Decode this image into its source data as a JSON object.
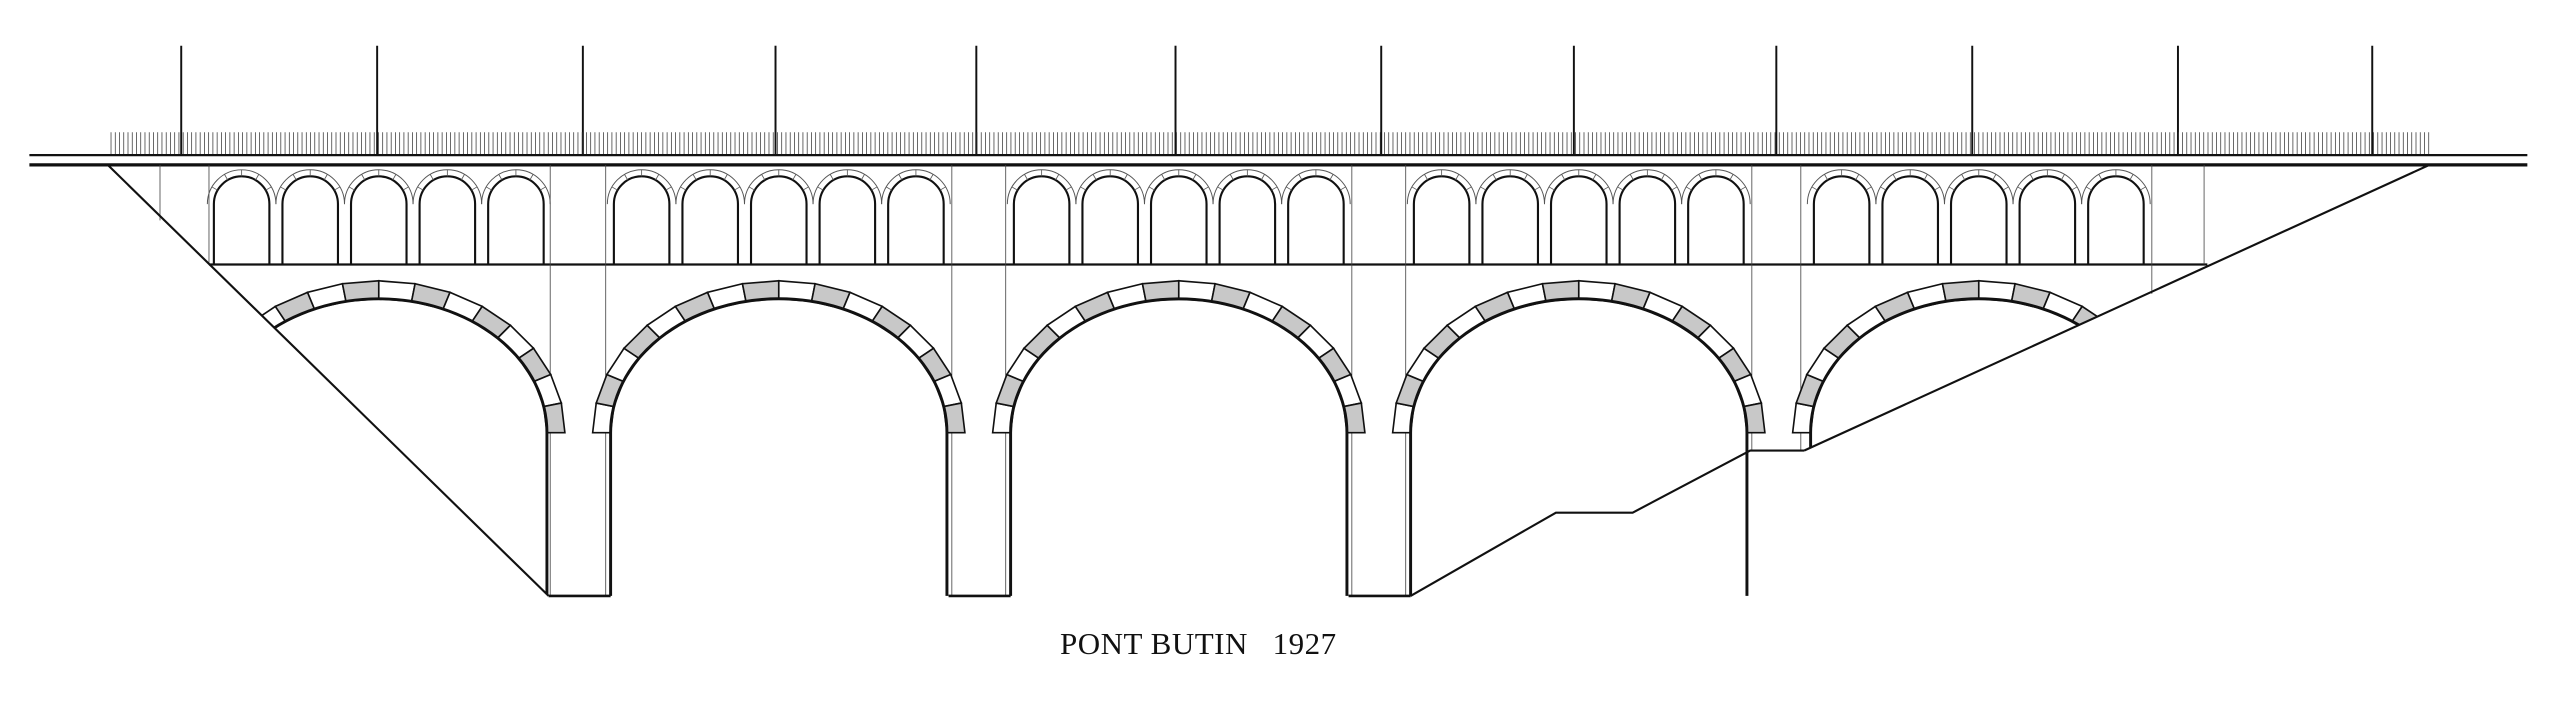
{
  "caption": {
    "title": "PONT BUTIN",
    "year": "1927"
  },
  "colors": {
    "ink": "#111111",
    "voussoir_fill": "#c8c8c8",
    "background": "#ffffff"
  },
  "structure": {
    "main_arch_count": 5,
    "spandrel_arches_per_span": 5,
    "lamp_post_count": 12
  }
}
